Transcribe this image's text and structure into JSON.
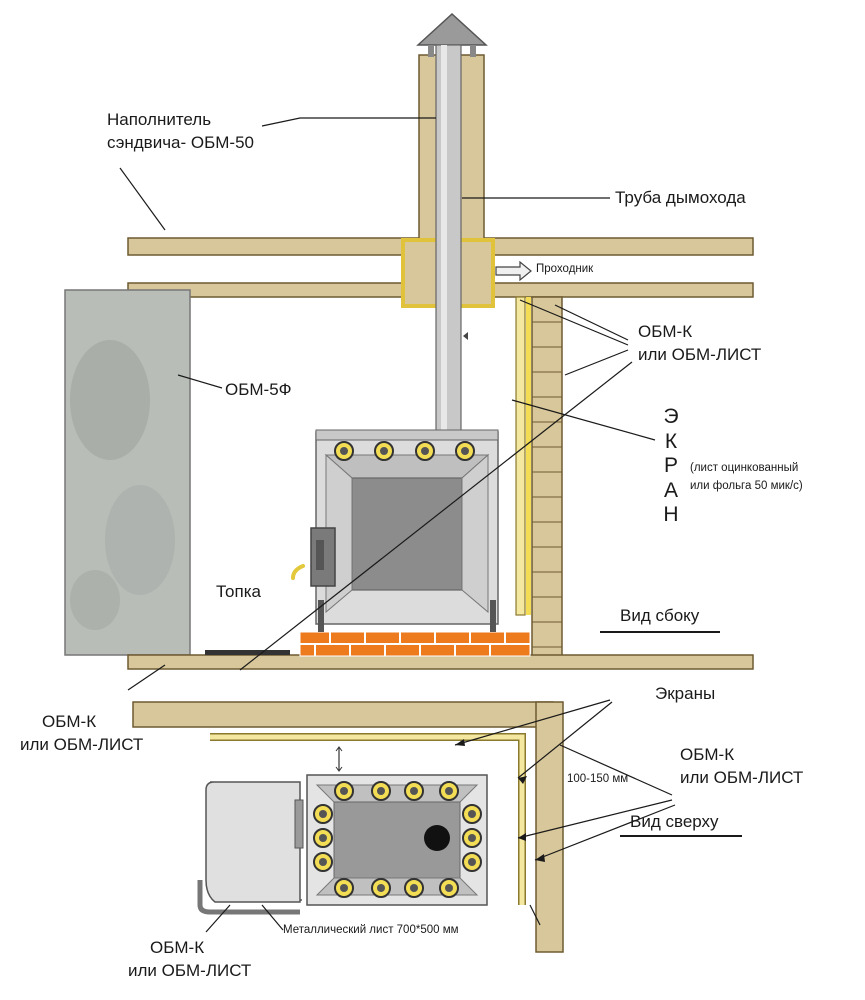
{
  "labels": {
    "sandwich_filler_1": "Наполнитель",
    "sandwich_filler_2": "сэндвича- ОБМ-50",
    "chimney_pipe": "Труба дымохода",
    "passage": "Проходник",
    "obm_k_1a": "ОБМ-К",
    "obm_k_1b": "или ОБМ-ЛИСТ",
    "obm_5f": "ОБМ-5Ф",
    "ekran_letters": [
      "Э",
      "К",
      "Р",
      "А",
      "Н"
    ],
    "ekran_note_1": "(лист оцинкованный",
    "ekran_note_2": "или фольга 50 мик/с)",
    "firebox": "Топка",
    "side_view": "Вид сбоку",
    "obm_k_2a": "ОБМ-К",
    "obm_k_2b": "или ОБМ-ЛИСТ",
    "screens": "Экраны",
    "obm_k_3a": "ОБМ-К",
    "obm_k_3b": "или ОБМ-ЛИСТ",
    "gap": "100-150 мм",
    "top_view": "Вид сверху",
    "metal_sheet": "Металлический лист 700*500 мм",
    "obm_k_4a": "ОБМ-К",
    "obm_k_4b": "или ОБМ-ЛИСТ"
  },
  "colors": {
    "wood": "#d8c79a",
    "wood_stroke": "#6e5a32",
    "brick": "#ee7a1e",
    "stove": "#dcdcdc",
    "insulation": "#b8bdb8",
    "yellow": "#f3dd55",
    "screen": "#f4e7a0"
  }
}
